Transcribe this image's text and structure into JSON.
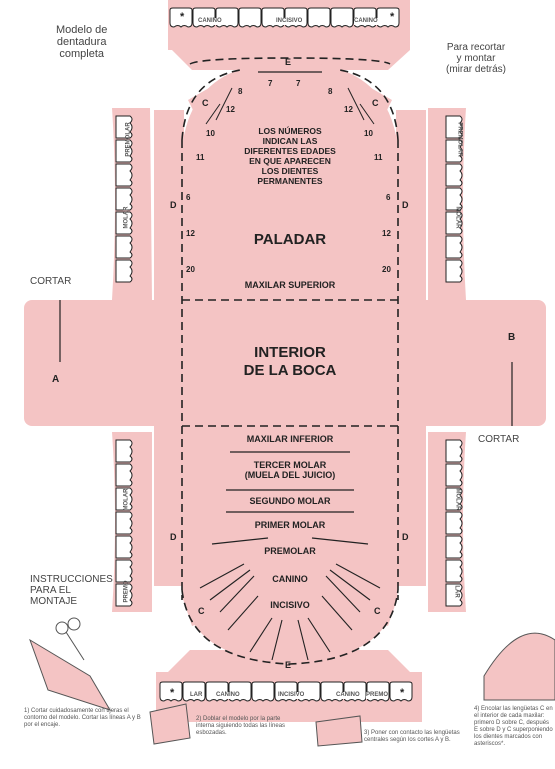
{
  "header": {
    "model_title": "Modelo de\ndentadura\ncompleta",
    "cut_mount": "Para recortar\ny montar\n(mirar detrás)"
  },
  "center_text": {
    "ages_note": "LOS NÚMEROS\nINDICAN LAS\nDIFERENTES EDADES\nEN QUE APARECEN\nLOS DIENTES\nPERMANENTES",
    "paladar": "PALADAR",
    "maxilar_superior": "MAXILAR SUPERIOR",
    "interior_boca": "INTERIOR\nDE LA BOCA",
    "maxilar_inferior": "MAXILAR INFERIOR"
  },
  "cut_labels": {
    "left": "CORTAR",
    "right": "CORTAR"
  },
  "letters": {
    "A": "A",
    "B": "B",
    "C": "C",
    "D": "D",
    "E": "E"
  },
  "ages": {
    "e_center": "7",
    "e_outer": "8",
    "c_sides": "12",
    "row10": "10",
    "row11": "11",
    "row6": "6",
    "row12": "12",
    "row20": "20"
  },
  "upper_strip": {
    "canine_left": "CANINO",
    "incisivo": "INCISIVO",
    "canine_right": "CANINO",
    "asterisk": "*"
  },
  "lower_strip": {
    "lar": "LAR",
    "canino_left": "CANINO",
    "incisivo": "INCISIVO",
    "canino_right": "CANINO",
    "premo": "PREMO",
    "asterisk": "*"
  },
  "side_labels": {
    "premolar": "PREMOLAR",
    "molar": "MOLAR",
    "premo": "PREMO",
    "lar": "LAR"
  },
  "lower_teeth": [
    "TERCER MOLAR\n(MUELA DEL JUICIO)",
    "SEGUNDO MOLAR",
    "PRIMER MOLAR",
    "PREMOLAR",
    "CANINO",
    "INCISIVO"
  ],
  "instructions": {
    "title": "INSTRUCCIONES\nPARA EL\nMONTAJE",
    "step1": "1) Cortar cuidadosamente con tijeras el contorno del modelo. Cortar las líneas A y B por el encaje.",
    "step2": "2) Doblar el modelo por la parte interna siguiendo todas las líneas esbozadas.",
    "step3": "3) Poner con contacto las lengüetas centrales según los cortes A y B.",
    "step4": "4) Encolar las lengüetas C en el interior de cada maxilar: primero D sobre C, después E sobre D y C superponiendo los dientes marcados con asteriscos*."
  },
  "colors": {
    "pink": "#f4c4c4",
    "tooth": "#ffffff",
    "line": "#222222",
    "text": "#444444"
  }
}
